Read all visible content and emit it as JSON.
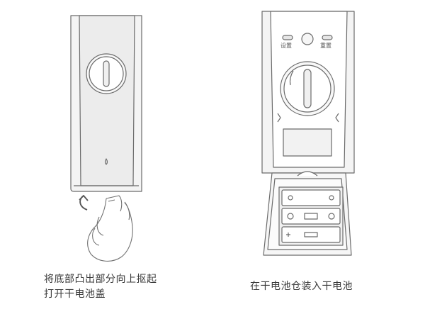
{
  "step_one": {
    "caption_line_1": "将底部凸出部分向上抠起",
    "caption_line_2": "打开干电池盖"
  },
  "step_two": {
    "caption": "在干电池仓装入干电池",
    "button_left_label": "设置",
    "button_right_label": "重置"
  }
}
